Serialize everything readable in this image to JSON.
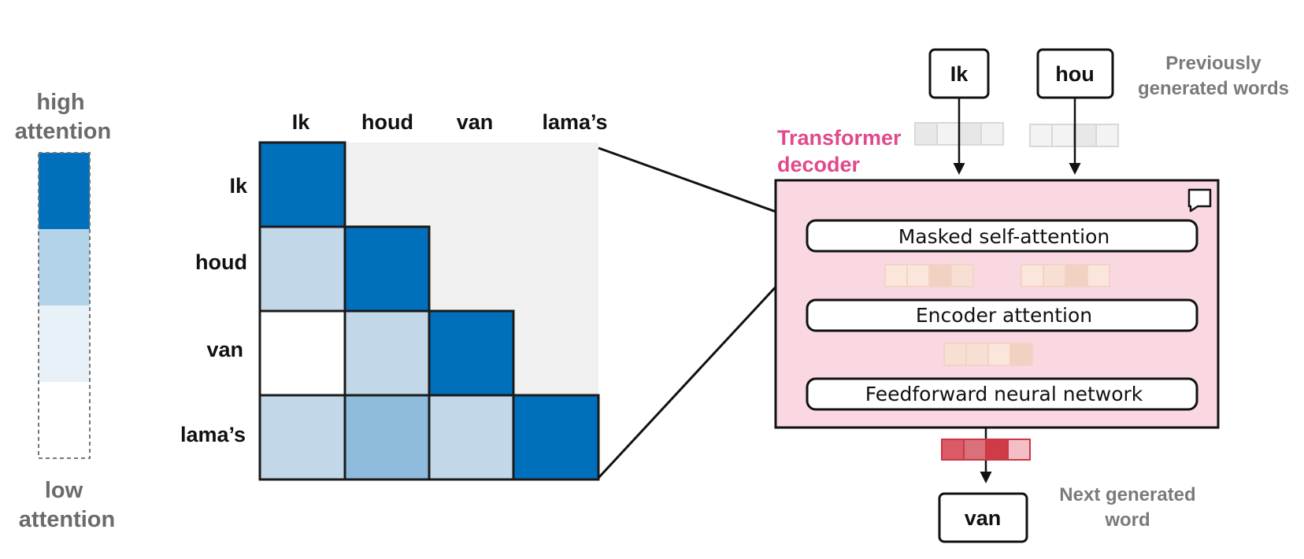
{
  "legend": {
    "top_label": [
      "high",
      "attention"
    ],
    "bottom_label": [
      "low",
      "attention"
    ],
    "levels": [
      "#0070bd",
      "#b3d4e8",
      "#e8f1f8",
      "#ffffff"
    ]
  },
  "matrix": {
    "column_tokens": [
      "Ik",
      "houd",
      "van",
      "lama’s"
    ],
    "row_tokens": [
      "Ik",
      "houd",
      "van",
      "lama’s"
    ],
    "colors": {
      "strong": "#0070bd",
      "medium": "#8fbcdc",
      "weak": "#c2d8e9",
      "none": "#ffffff",
      "masked": "#f0f0f0"
    },
    "cells": [
      [
        "strong",
        null,
        null,
        null
      ],
      [
        "weak",
        "strong",
        null,
        null
      ],
      [
        "none",
        "weak",
        "strong",
        null
      ],
      [
        "weak",
        "medium",
        "weak",
        "strong"
      ]
    ]
  },
  "decoder": {
    "title": [
      "Transformer",
      "decoder"
    ],
    "layers": [
      "Masked self-attention",
      "Encoder attention",
      "Feedforward neural network"
    ],
    "input_words": [
      "Ik",
      "hou"
    ],
    "input_caption": [
      "Previously",
      "generated words"
    ],
    "output_word": "van",
    "output_caption": [
      "Next generated",
      "word"
    ],
    "colors": {
      "box_fill": "#f9d8e2",
      "title": "#e0498a",
      "vector_grey": "#ececec",
      "vector_beige": "#f3d7cf",
      "output_vector": "#d64550"
    }
  }
}
